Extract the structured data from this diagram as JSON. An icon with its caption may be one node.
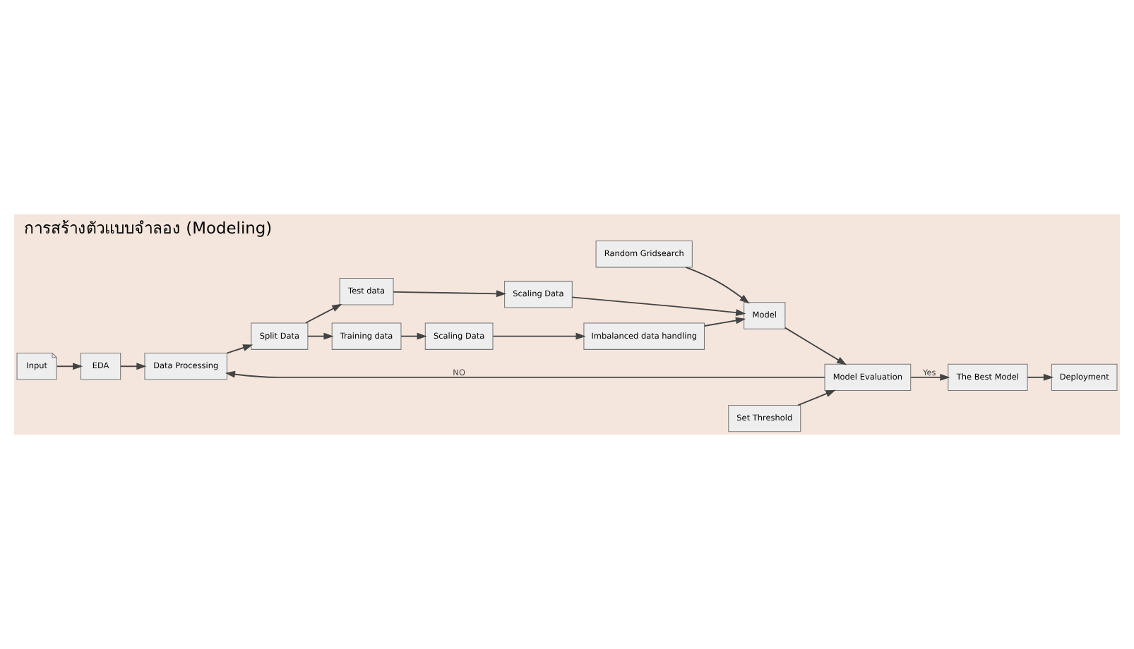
{
  "diagram": {
    "title": "การสร้างตัวแบบจำลอง (Modeling)",
    "nodes": [
      {
        "text": [
          "Input"
        ]
      },
      {
        "text": [
          "EDA"
        ]
      },
      {
        "text": [
          "Data Processing"
        ]
      },
      {
        "text": [
          "Split Data"
        ]
      },
      {
        "text": [
          "Training data"
        ]
      },
      {
        "text": [
          "Scaling Data"
        ]
      },
      {
        "text": [
          "Test data"
        ]
      },
      {
        "text": [
          "Scaling Data"
        ]
      },
      {
        "text": [
          "Imbalanced data handling"
        ]
      },
      {
        "text": [
          "Model"
        ]
      },
      {
        "text": [
          "Random Gridsearch"
        ]
      },
      {
        "text": [
          "Model Evaluation"
        ]
      },
      {
        "text": [
          "Set Threshold"
        ]
      },
      {
        "text": [
          "The Best Model"
        ]
      },
      {
        "text": [
          "Deployment"
        ]
      }
    ],
    "edges": [
      {
        "from": 0,
        "to": 1,
        "arrow": "to"
      },
      {
        "from": 1,
        "to": 2,
        "arrow": "to"
      },
      {
        "from": 2,
        "to": 3,
        "arrow": "to"
      },
      {
        "from": 3,
        "to": 4,
        "arrow": "to"
      },
      {
        "from": 3,
        "to": 6,
        "arrow": "to"
      },
      {
        "from": 4,
        "to": 5,
        "arrow": "to"
      },
      {
        "from": 5,
        "to": 8,
        "arrow": "to"
      },
      {
        "from": 6,
        "to": 7,
        "arrow": "to"
      },
      {
        "from": 7,
        "to": 9,
        "arrow": "to"
      },
      {
        "from": 8,
        "to": 9,
        "arrow": "to"
      },
      {
        "from": 10,
        "to": 9,
        "arrow": "to"
      },
      {
        "from": 9,
        "to": 11,
        "arrow": "to"
      },
      {
        "from": 12,
        "to": 11,
        "arrow": "to"
      },
      {
        "from": 11,
        "to": 13,
        "arrow": "to",
        "label": "Yes"
      },
      {
        "from": 11,
        "to": 2,
        "arrow": "to",
        "label": "NO"
      },
      {
        "from": 13,
        "to": 14,
        "arrow": "to"
      }
    ]
  }
}
